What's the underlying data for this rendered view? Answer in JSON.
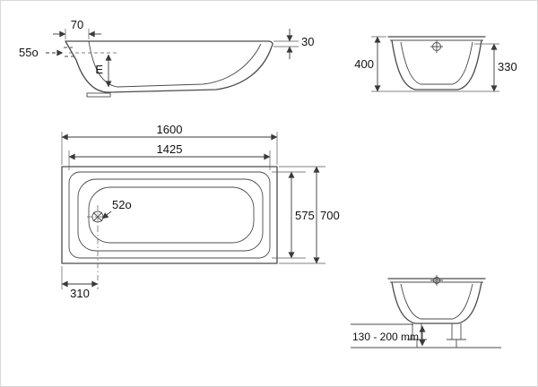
{
  "dims": {
    "side": {
      "rim_width": "70",
      "overflow_hole": "55o",
      "depth": "E",
      "rim_edge": "30"
    },
    "front": {
      "outer_height": "400",
      "inner_height": "330"
    },
    "plan": {
      "outer_length": "1600",
      "inner_length": "1425",
      "inner_width": "575",
      "outer_width": "700",
      "drain_hole": "52o",
      "drain_offset": "310"
    },
    "install": {
      "leg_height_range": "130 - 200 mm"
    }
  },
  "colors": {
    "line": "#4b4b4b",
    "dimension": "#3a3a3a",
    "text": "#111111",
    "background": "#ffffff"
  }
}
